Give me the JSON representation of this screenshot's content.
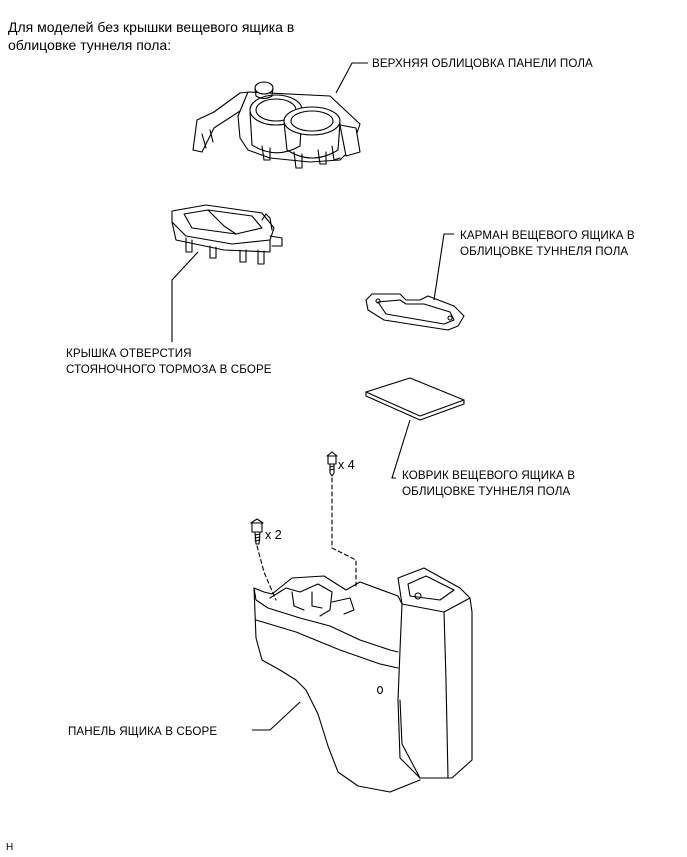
{
  "header": {
    "line1": "Для моделей без крышки вещевого ящика в",
    "line2": "облицовке туннеля пола:"
  },
  "labels": {
    "upper_panel": "ВЕРХНЯЯ ОБЛИЦОВКА ПАНЕЛИ ПОЛА",
    "pocket_line1": "КАРМАН ВЕЩЕВОГО ЯЩИКА В",
    "pocket_line2": "ОБЛИЦОВКЕ ТУННЕЛЯ ПОЛА",
    "brake_cover_line1": "КРЫШКА ОТВЕРСТИЯ",
    "brake_cover_line2": "СТОЯНОЧНОГО ТОРМОЗА В СБОРЕ",
    "mat_line1": "КОВРИК ВЕЩЕВОГО ЯЩИКА В",
    "mat_line2": "ОБЛИЦОВКЕ ТУННЕЛЯ ПОЛА",
    "console_box": "ПАНЕЛЬ ЯЩИКА В СБОРЕ"
  },
  "fasteners": {
    "screw_qty": "x 4",
    "bolt_qty": "x 2"
  },
  "footer_code": "H"
}
